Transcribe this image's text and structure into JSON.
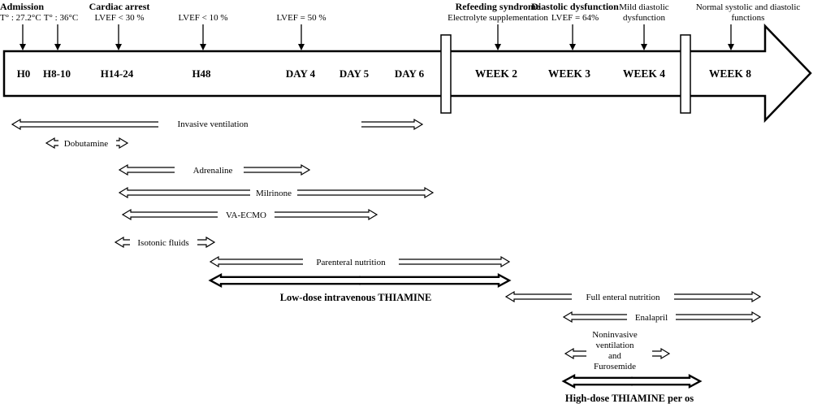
{
  "events": [
    {
      "bold": "Admission",
      "text": "T° : 27.2°C"
    },
    {
      "text": "T° : 36°C"
    },
    {
      "bold": "Cardiac arrest",
      "text": "LVEF < 30 %"
    },
    {
      "text": "LVEF < 10 %"
    },
    {
      "text": "LVEF = 50 %"
    },
    {
      "bold": "Refeeding syndrome",
      "text": "Electrolyte supplementation"
    },
    {
      "bold": "Diastolic dysfunction",
      "text": "LVEF = 64%"
    },
    {
      "lines": [
        "Mild diastolic",
        "dysfunction"
      ]
    },
    {
      "lines": [
        "Normal systolic and diastolic",
        "functions"
      ]
    }
  ],
  "timeline": [
    "H0",
    "H8-10",
    "H14-24",
    "H48",
    "DAY 4",
    "DAY 5",
    "DAY 6",
    "WEEK 2",
    "WEEK 3",
    "WEEK 4",
    "WEEK 8"
  ],
  "treatments": [
    {
      "label": "Invasive ventilation"
    },
    {
      "label": "Dobutamine"
    },
    {
      "label": "Adrenaline"
    },
    {
      "label": "Milrinone"
    },
    {
      "label": "VA-ECMO"
    },
    {
      "label": "Isotonic fluids"
    },
    {
      "label": "Parenteral nutrition"
    },
    {
      "label": "Low-dose intravenous THIAMINE",
      "emphasis": true
    },
    {
      "label": "Full enteral nutrition"
    },
    {
      "label": "Enalapril"
    },
    {
      "lines": [
        "Noninvasive",
        "ventilation",
        "and",
        "Furosemide"
      ]
    },
    {
      "label": "High-dose THIAMINE per os",
      "emphasis": true
    }
  ]
}
